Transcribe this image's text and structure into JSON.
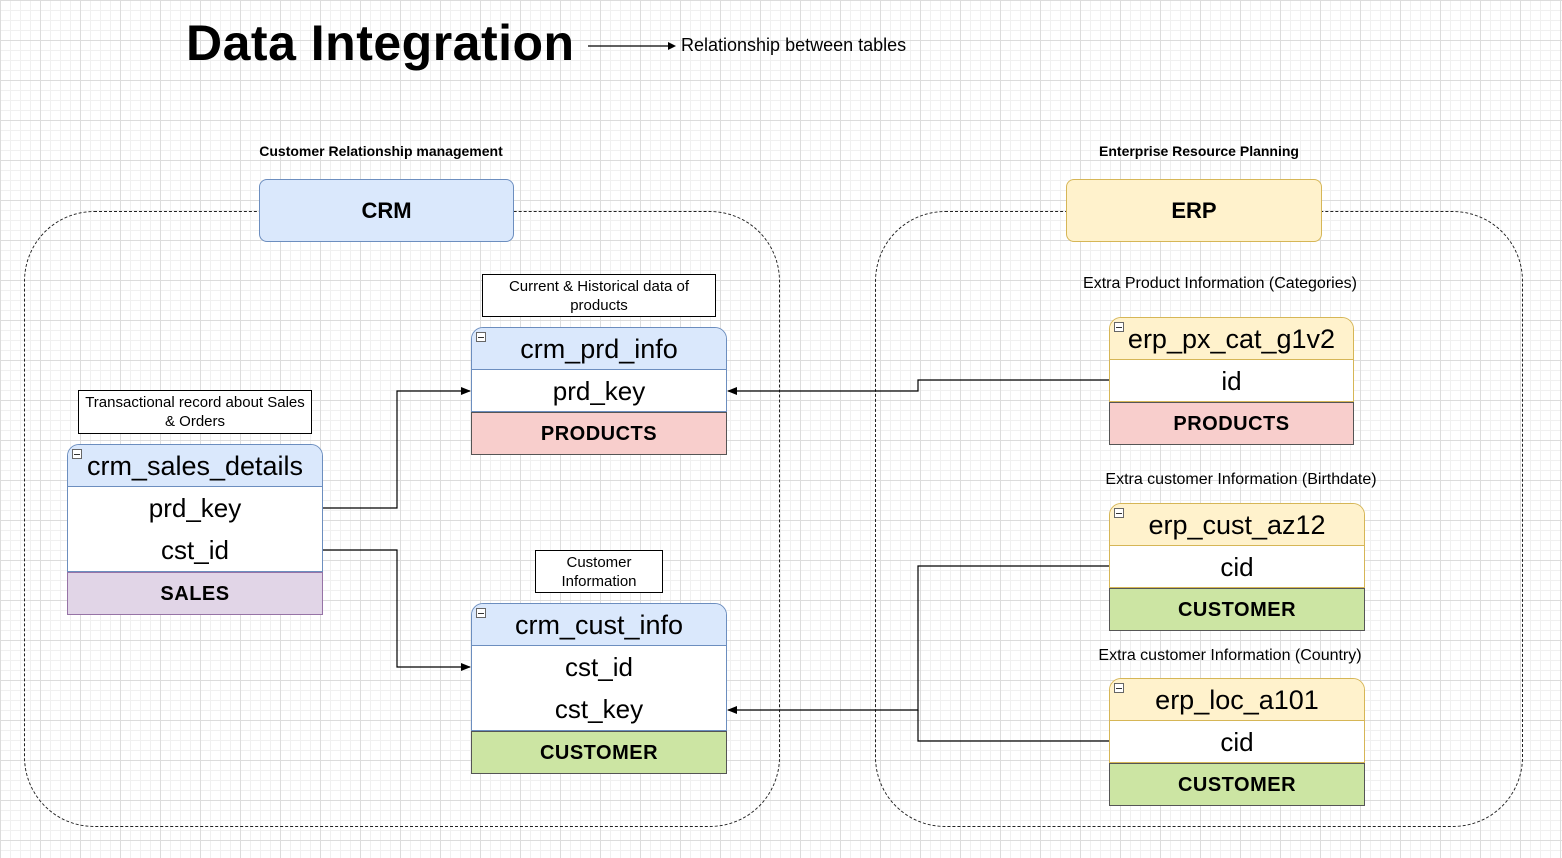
{
  "title": "Data Integration",
  "legend": {
    "label": "Relationship between tables"
  },
  "crm": {
    "subtitle": "Customer Relationship management",
    "label": "CRM",
    "notes": {
      "products": "Current & Historical data of products",
      "sales": "Transactional record about Sales & Orders",
      "customer": "Customer Information"
    },
    "tables": {
      "prd_info": {
        "name": "crm_prd_info",
        "columns": [
          "prd_key"
        ],
        "category": "PRODUCTS"
      },
      "sales_details": {
        "name": "crm_sales_details",
        "columns": [
          "prd_key",
          "cst_id"
        ],
        "category": "SALES"
      },
      "cust_info": {
        "name": "crm_cust_info",
        "columns": [
          "cst_id",
          "cst_key"
        ],
        "category": "CUSTOMER"
      }
    }
  },
  "erp": {
    "subtitle": "Enterprise Resource Planning",
    "label": "ERP",
    "notes": {
      "px_cat": "Extra Product Information (Categories)",
      "cust_az12": "Extra customer Information (Birthdate)",
      "loc_a101": "Extra customer Information (Country)"
    },
    "tables": {
      "px_cat": {
        "name": "erp_px_cat_g1v2",
        "columns": [
          "id"
        ],
        "category": "PRODUCTS"
      },
      "cust_az12": {
        "name": "erp_cust_az12",
        "columns": [
          "cid"
        ],
        "category": "CUSTOMER"
      },
      "loc_a101": {
        "name": "erp_loc_a101",
        "columns": [
          "cid"
        ],
        "category": "CUSTOMER"
      }
    }
  },
  "colors": {
    "crm_blue": "#dae8fc",
    "erp_yellow": "#fff2cc",
    "products_red": "#f8cecc",
    "sales_purple": "#e1d5e7",
    "customer_green": "#cce5a3"
  }
}
